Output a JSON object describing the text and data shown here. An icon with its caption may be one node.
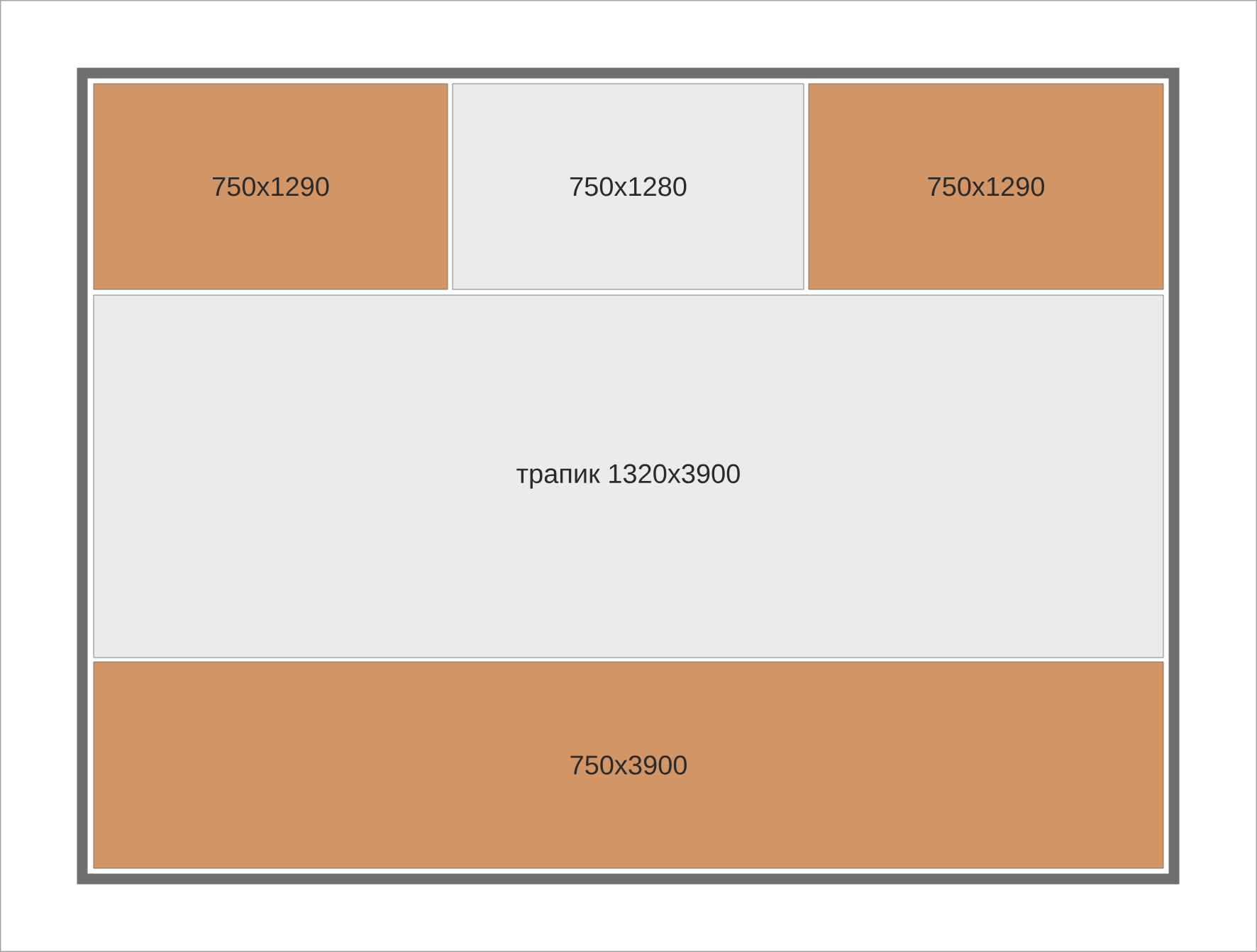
{
  "diagram": {
    "nodes": [
      {
        "text": [],
        "shape": "box"
      },
      {
        "text": [
          "750x1290"
        ],
        "in": 0
      },
      {
        "text": [
          "750x1280"
        ],
        "in": 0
      },
      {
        "text": [
          "750x1290"
        ],
        "in": 0
      },
      {
        "text": [
          "трапик 1320x3900"
        ],
        "in": 0
      },
      {
        "text": [
          "750x3900"
        ],
        "in": 0
      }
    ]
  }
}
